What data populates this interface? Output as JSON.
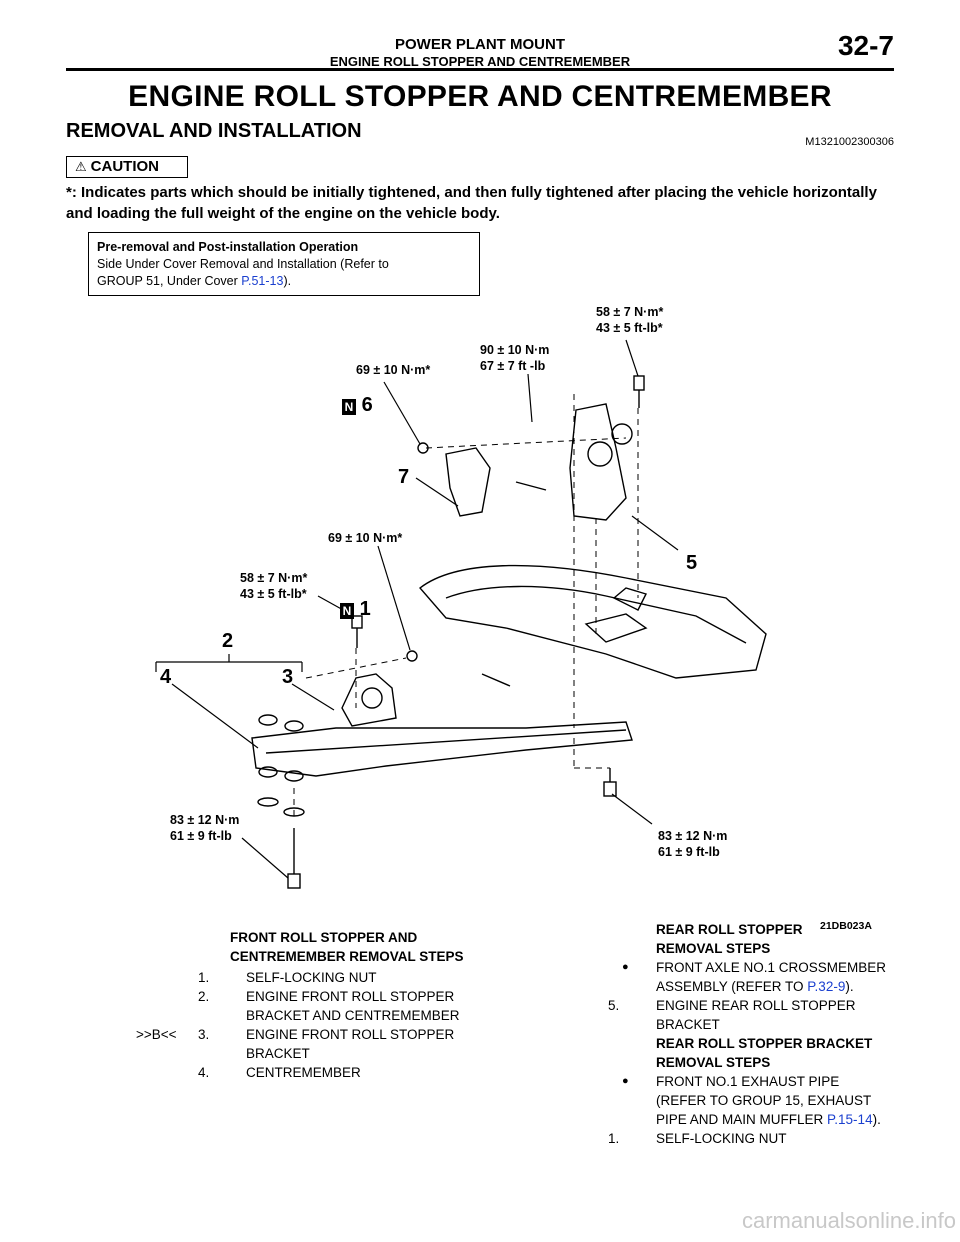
{
  "header": {
    "title": "POWER PLANT MOUNT",
    "subtitle": "ENGINE ROLL STOPPER AND CENTREMEMBER",
    "page": "32-7"
  },
  "main_title": "ENGINE ROLL STOPPER AND CENTREMEMBER",
  "section": {
    "title": "REMOVAL AND INSTALLATION",
    "code": "M1321002300306"
  },
  "caution": {
    "label": "CAUTION",
    "text": "*: Indicates parts which should be initially tightened, and then fully tightened after placing the vehicle horizontally and loading the full weight of the engine on the vehicle body."
  },
  "pre_op": {
    "title": "Pre-removal and Post-installation Operation",
    "line1": "Side Under Cover Removal and Installation (Refer to",
    "line2_prefix": "GROUP 51, Under Cover ",
    "line2_link": "P.51-13",
    "line2_suffix": ")."
  },
  "diagram": {
    "figure_code": "21DB023A",
    "torques": {
      "t_top_right_1": "58 ± 7 N·m*",
      "t_top_right_2": "43 ± 5 ft-lb*",
      "t_mid_1": "90 ± 10 N·m",
      "t_mid_2": "67 ± 7 ft -lb",
      "t_six": "69 ± 10 N·m*",
      "t_one": "69 ± 10 N·m*",
      "t_left_1": "58 ± 7 N·m*",
      "t_left_2": "43 ± 5 ft-lb*",
      "t_bl_1": "83 ± 12 N·m",
      "t_bl_2": "61 ± 9 ft-lb",
      "t_br_1": "83 ± 12 N·m",
      "t_br_2": "61 ± 9 ft-lb"
    },
    "callouts": {
      "n_mark": "N",
      "c1": "1",
      "c2": "2",
      "c3": "3",
      "c4": "4",
      "c5": "5",
      "c6": "6",
      "c7": "7"
    }
  },
  "left_steps": {
    "heading": "FRONT ROLL STOPPER AND CENTREMEMBER REMOVAL STEPS",
    "items": [
      {
        "num": "1.",
        "text": "SELF-LOCKING NUT",
        "mark": ""
      },
      {
        "num": "2.",
        "text": "ENGINE FRONT ROLL STOPPER BRACKET AND CENTREMEMBER",
        "mark": ""
      },
      {
        "num": "3.",
        "text": "ENGINE FRONT ROLL STOPPER BRACKET",
        "mark": ">>B<<"
      },
      {
        "num": "4.",
        "text": "CENTREMEMBER",
        "mark": ""
      }
    ]
  },
  "right_steps": {
    "heading1": "REAR ROLL STOPPER REMOVAL STEPS",
    "bullet1_prefix": "FRONT AXLE NO.1 CROSSMEMBER ASSEMBLY (REFER TO ",
    "bullet1_link": "P.32-9",
    "bullet1_suffix": ").",
    "item5_num": "5.",
    "item5_text": "ENGINE REAR ROLL STOPPER BRACKET",
    "heading2": "REAR ROLL STOPPER BRACKET REMOVAL STEPS",
    "bullet2_prefix": "FRONT NO.1 EXHAUST PIPE (REFER TO GROUP 15, EXHAUST PIPE AND MAIN MUFFLER ",
    "bullet2_link": "P.15-14",
    "bullet2_suffix": ").",
    "item1_num": "1.",
    "item1_text": "SELF-LOCKING NUT"
  },
  "watermark": "carmanualsonline.info"
}
